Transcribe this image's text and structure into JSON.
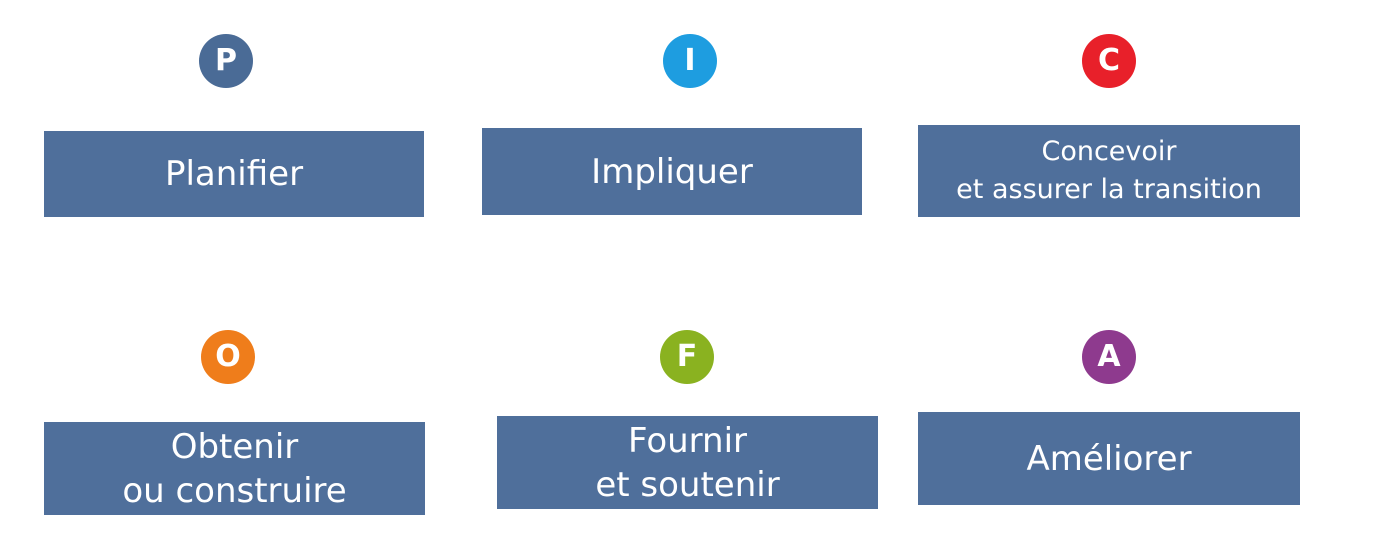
{
  "items": [
    {
      "letter": "P",
      "label": "Planifier",
      "color": "#4a6b96"
    },
    {
      "letter": "I",
      "label": "Impliquer",
      "color": "#1e9de0"
    },
    {
      "letter": "C",
      "label": "Concevoir\net assurer la transition",
      "color": "#e8202a"
    },
    {
      "letter": "O",
      "label": "Obtenir\nou construire",
      "color": "#ef7d1b"
    },
    {
      "letter": "F",
      "label": "Fournir\net soutenir",
      "color": "#8ab220"
    },
    {
      "letter": "A",
      "label": "Améliorer",
      "color": "#8e3a8e"
    }
  ]
}
